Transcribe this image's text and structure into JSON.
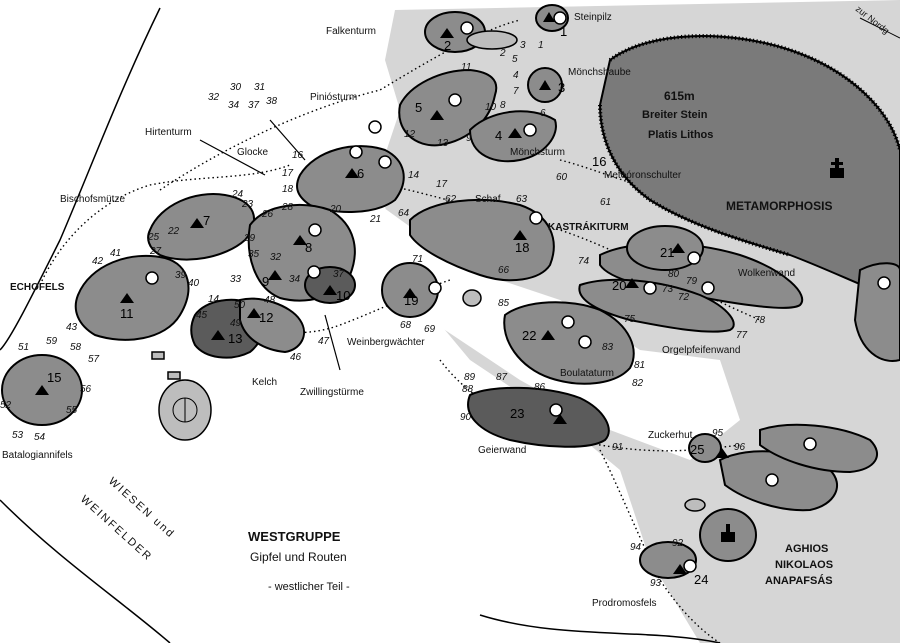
{
  "labels": {
    "falkenturm": "Falkenturm",
    "steinpilz": "Steinpilz",
    "moenchshaube": "Mönchshaube",
    "piniosturm": "Piniósturm",
    "hirtenturm": "Hirtenturm",
    "glocke": "Glocke",
    "moenchsturm": "Mönchsturm",
    "schaf": "Schaf",
    "meteoronschulter": "Meteóronschulter",
    "bischofsmuetze": "Bischofsmütze",
    "kastrakiturm": "KASTRÁKITURM",
    "echofels": "ECHOFELS",
    "wolkenwand": "Wolkenwand",
    "weinbergwaechter": "Weinbergwächter",
    "orgelpfeifenwand": "Orgelpfeifenwand",
    "kelch": "Kelch",
    "zwillingstuerme": "Zwillingstürme",
    "boulataturm": "Boulataturm",
    "batalogiannifels": "Batalogiannifels",
    "geierwand": "Geierwand",
    "zuckerhut": "Zuckerhut",
    "prodromosfels": "Prodromosfels",
    "metamorphosis": "METAMORPHOSIS",
    "elevation": "615m",
    "breiter_stein": "Breiter Stein",
    "platis_lithos": "Platis Lithos",
    "aghios": "AGHIOS",
    "nikolaos": "NIKOLAOS",
    "anapafsas": "ANAPAFSÁS",
    "meadows_1": "WIESEN und",
    "meadows_2": "WEINFELDER",
    "north_arrow": "zur Nordg"
  },
  "legend": {
    "title": "WESTGRUPPE",
    "subtitle": "Gipfel und Routen",
    "section": "- westlicher Teil -"
  },
  "peaks": {
    "p1": "1",
    "p2": "2",
    "p3": "3",
    "p4": "4",
    "p5": "5",
    "p6": "6",
    "p7": "7",
    "p8": "8",
    "p9": "9",
    "p10": "10",
    "p11": "11",
    "p12": "12",
    "p13": "13",
    "p15": "15",
    "p16": "16",
    "p18": "18",
    "p19": "19",
    "p20": "20",
    "p21": "21",
    "p22": "22",
    "p23": "23",
    "p24": "24",
    "p25": "25"
  },
  "routes": {
    "r1": "1",
    "r2": "2",
    "r3": "3",
    "r4": "4",
    "r5": "5",
    "r6": "6",
    "r7": "7",
    "r8": "8",
    "r9": "9",
    "r10": "10",
    "r11": "11",
    "r12": "12",
    "r13": "13",
    "r14": "14",
    "r14b": "14",
    "r16": "16",
    "r17": "17",
    "r17b": "17",
    "r18": "18",
    "r20": "20",
    "r21": "21",
    "r22": "22",
    "r23": "23",
    "r24": "24",
    "r25": "25",
    "r26": "26",
    "r27": "27",
    "r28": "28",
    "r29": "29",
    "r30": "30",
    "r31": "31",
    "r32": "32",
    "r32b": "32",
    "r33": "33",
    "r34": "34",
    "r34b": "34",
    "r35": "35",
    "r37": "37",
    "r37b": "37",
    "r38": "38",
    "r39": "39",
    "r40": "40",
    "r41": "41",
    "r42": "42",
    "r43": "43",
    "r45": "45",
    "r46": "46",
    "r47": "47",
    "r48": "48",
    "r49": "49",
    "r50": "50",
    "r51": "51",
    "r52": "52",
    "r53": "53",
    "r54": "54",
    "r55": "55",
    "r56": "56",
    "r57": "57",
    "r58": "58",
    "r59": "59",
    "r60": "60",
    "r61": "61",
    "r62": "62",
    "r63": "63",
    "r64": "64",
    "r66": "66",
    "r68": "68",
    "r69": "69",
    "r71": "71",
    "r72": "72",
    "r73": "73",
    "r74": "74",
    "r75": "75",
    "r77": "77",
    "r78": "78",
    "r79": "79",
    "r80": "80",
    "r81": "81",
    "r82": "82",
    "r83": "83",
    "r85": "85",
    "r86": "86",
    "r87": "87",
    "r88": "88",
    "r89": "89",
    "r90": "90",
    "r91": "91",
    "r92": "92",
    "r93": "93",
    "r94": "94",
    "r95": "95",
    "r96": "96"
  },
  "colors": {
    "rock": "#8c8c8c",
    "rock_dark": "#5b5b5b",
    "plateau": "#7a7a7a",
    "shade": "#d4d4d4",
    "ink": "#000000"
  }
}
